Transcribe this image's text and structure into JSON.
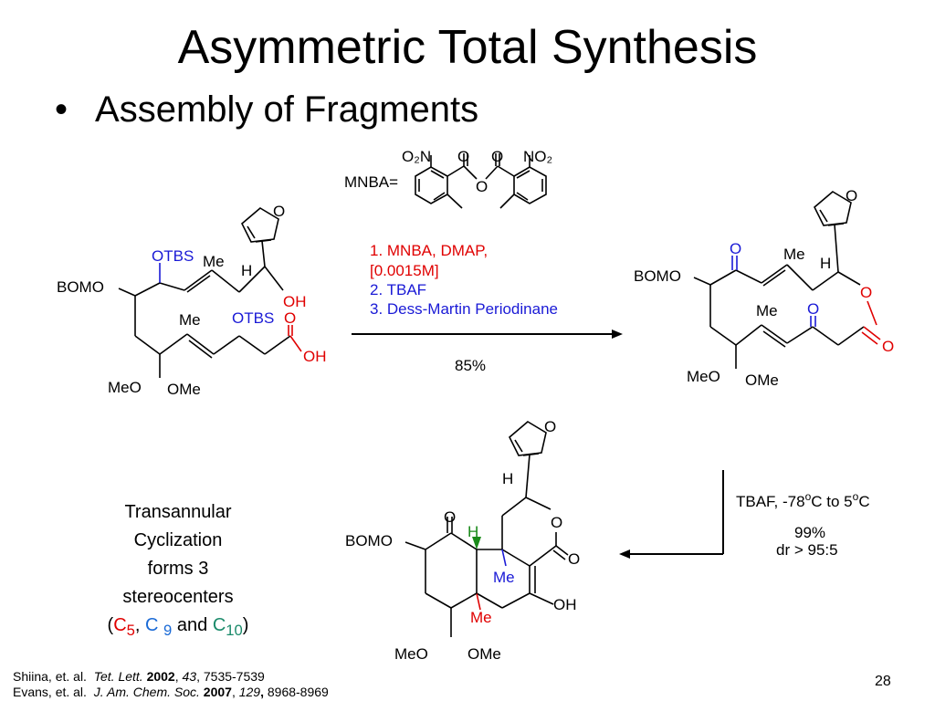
{
  "title": "Asymmetric Total Synthesis",
  "bullet": "Assembly of Fragments",
  "mnba_label": "MNBA=",
  "conditions1": {
    "step1": "1. MNBA, DMAP,",
    "step1b": "[0.0015M]",
    "step2": "2. TBAF",
    "step3": "3. Dess-Martin Periodinane",
    "yield": "85%"
  },
  "conditions2": {
    "reagent": "TBAF, -78",
    "sup1": "o",
    "mid": "C to 5",
    "sup2": "o",
    "end": "C",
    "yield": "99%",
    "dr": "dr > 95:5"
  },
  "note": {
    "line1": "Transannular",
    "line2": "Cyclization",
    "line3": "forms 3",
    "line4": "stereocenters",
    "c5": "C",
    "c5sub": "5",
    "c9": "C",
    "c9sub": "9",
    "and": "and",
    "c10": "C",
    "c10sub": "10"
  },
  "refs": {
    "r1_authors": "Shiina, et. al.",
    "r1_journal": "Tet. Lett.",
    "r1_year": "2002",
    "r1_vol": "43",
    "r1_pages": ", 7535-7539",
    "r2_authors": "Evans, et. al.",
    "r2_journal": "J. Am. Chem. Soc.",
    "r2_year": "2007",
    "r2_vol": "129",
    "r2_pages": " 8968-8969"
  },
  "page_number": "28",
  "labels": {
    "o2n": "O₂N",
    "no2": "NO₂",
    "o": "O",
    "otbs": "OTBS",
    "me": "Me",
    "h": "H",
    "oh": "OH",
    "bomo": "BOMO",
    "meo": "MeO",
    "ome": "OMe"
  },
  "colors": {
    "red": "#e00000",
    "blue": "#1a1ad6",
    "green": "#1a8a1a"
  }
}
